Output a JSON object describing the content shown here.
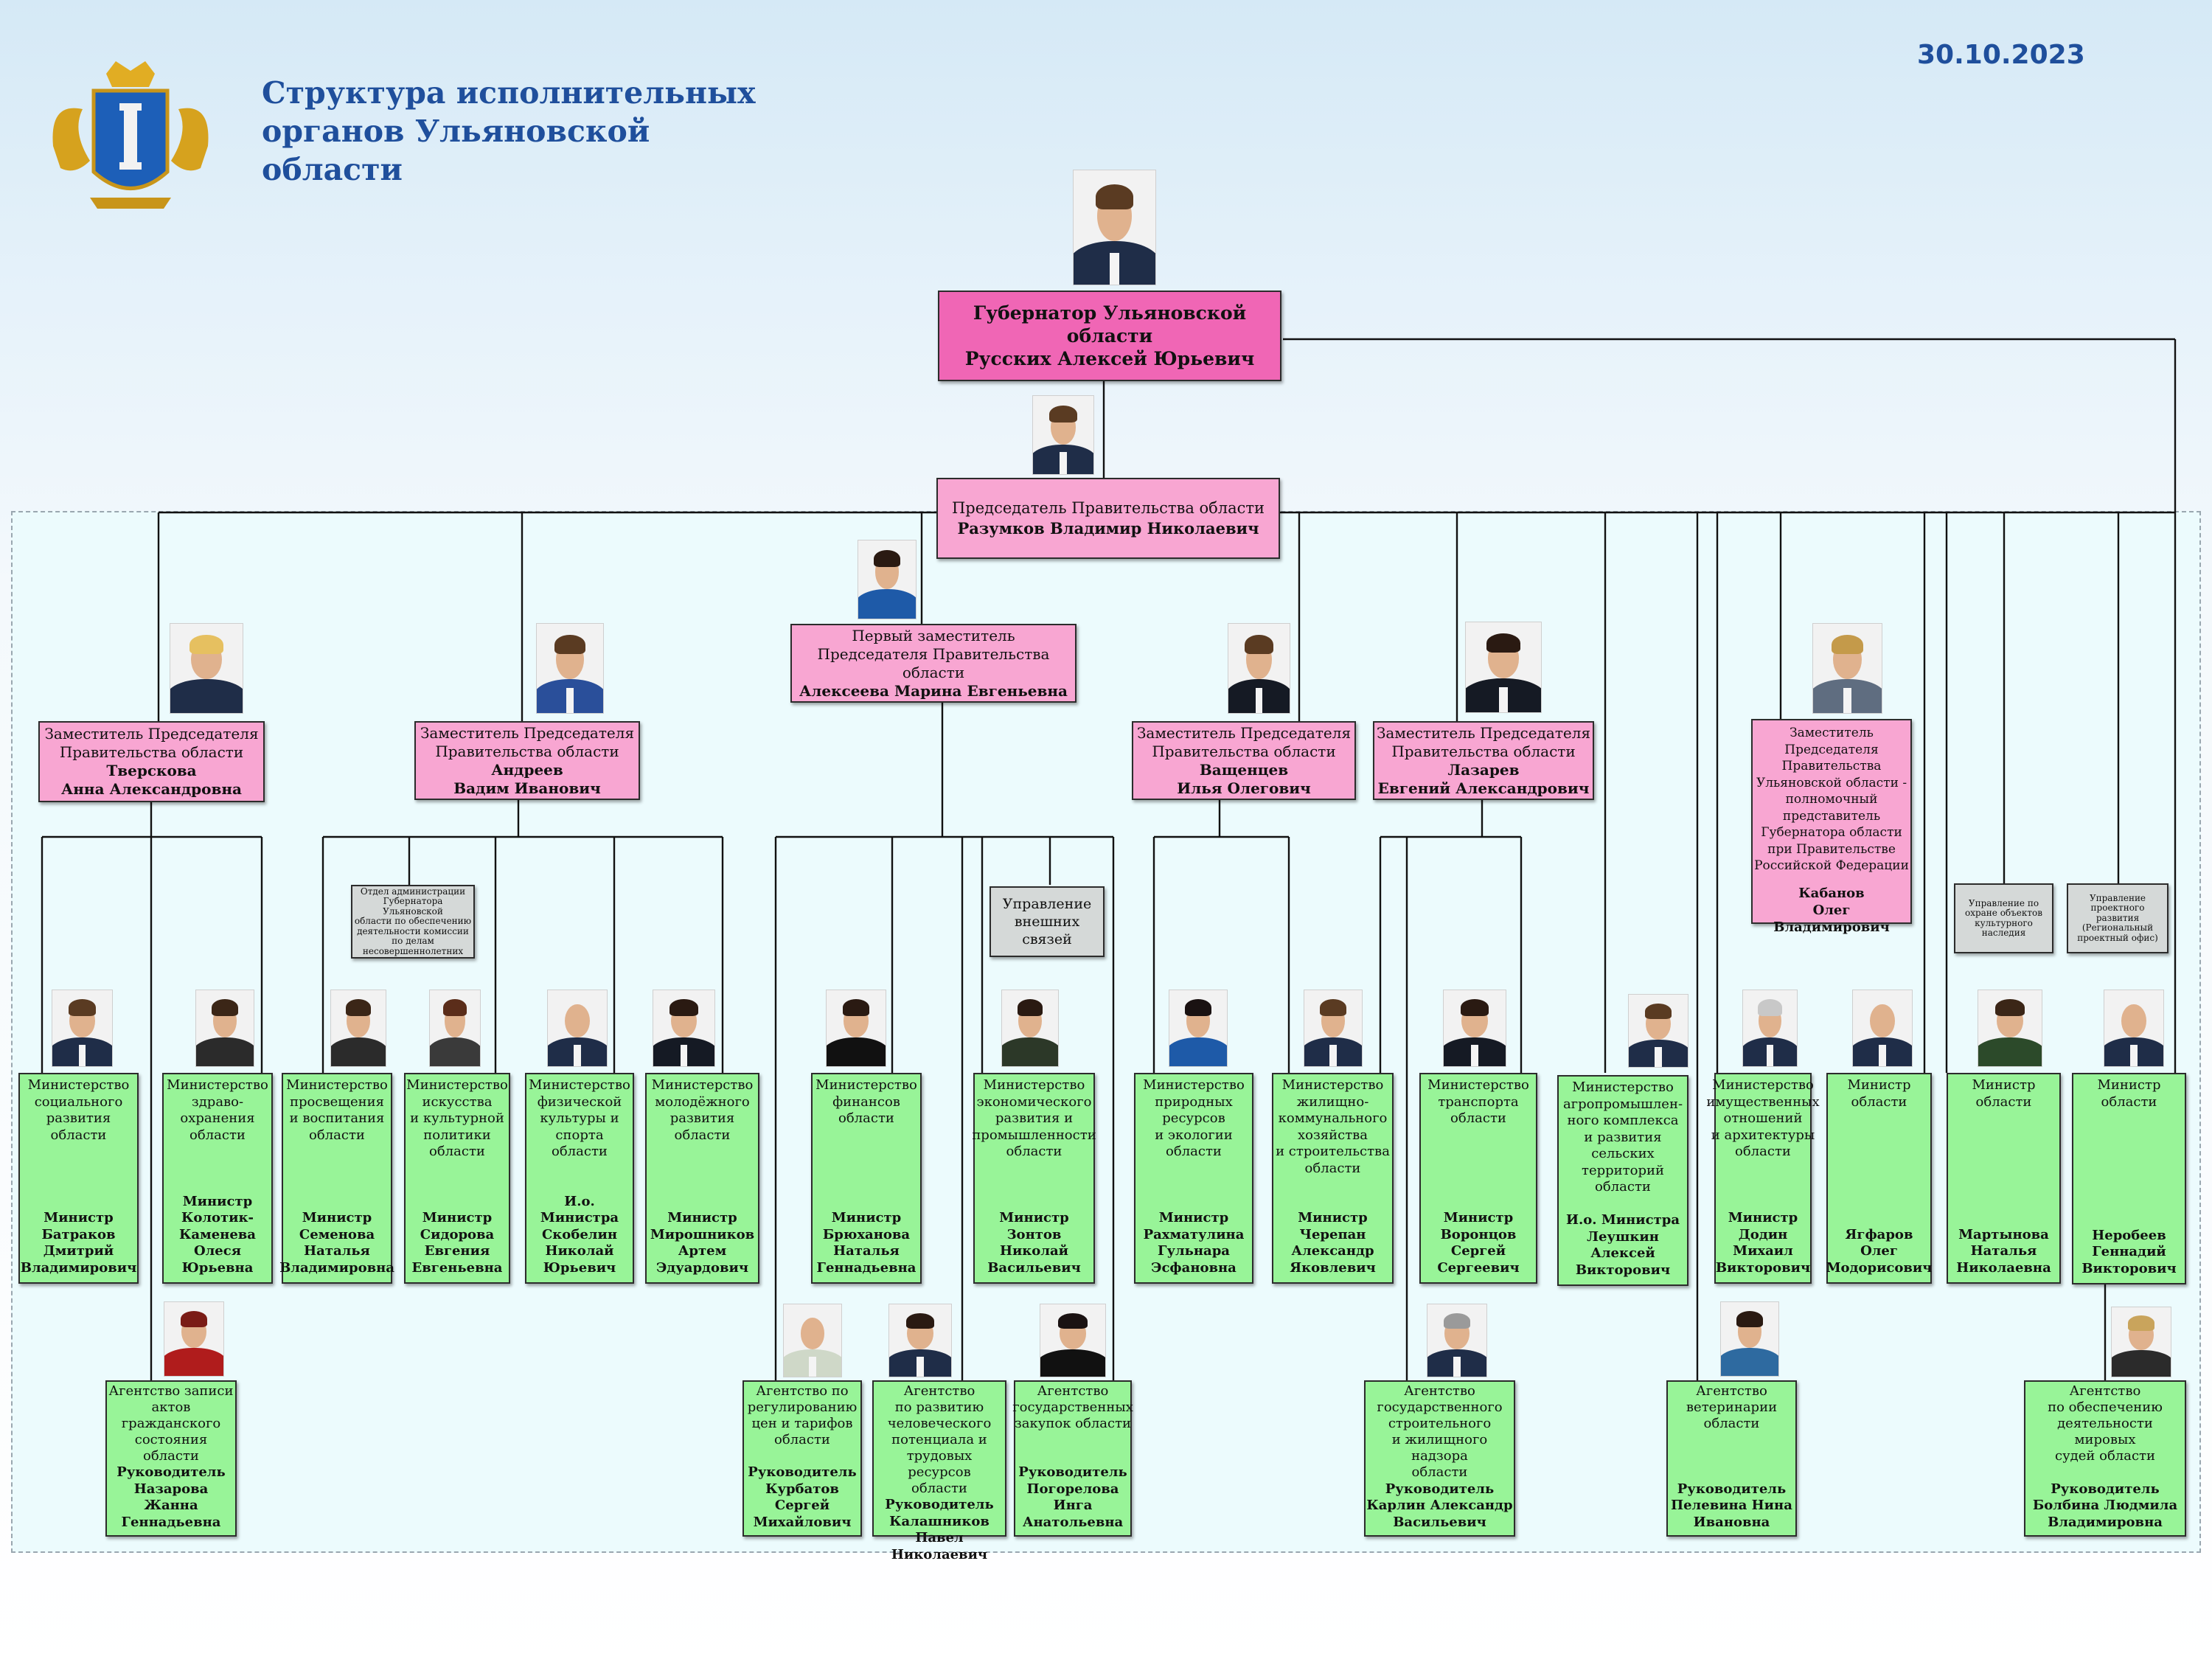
{
  "header": {
    "title": "Структура исполнительных\nорганов Ульяновской области",
    "date": "30.10.2023"
  },
  "colors": {
    "governor": "#f066b5",
    "deputy": "#f8a6d2",
    "ministry": "#98f498",
    "department": "#d5d9d8",
    "title": "#1f4f9c",
    "frame": "#ecfbfd"
  },
  "governor": {
    "title": "Губернатор Ульяновской области",
    "name": "Русских Алексей Юрьевич"
  },
  "chairman": {
    "title": "Председатель Правительства области",
    "name": "Разумков Владимир Николаевич"
  },
  "first_deputy": {
    "title": "Первый заместитель\nПредседателя Правительства области",
    "name": "Алексеева Марина Евгеньевна"
  },
  "deputies": [
    {
      "title": "Заместитель Председателя\nПравительства области",
      "name": "Тверскова\nАнна Александровна"
    },
    {
      "title": "Заместитель Председателя\nПравительства области",
      "name": "Андреев\nВадим Иванович"
    },
    {
      "title": "Заместитель Председателя\nПравительства области",
      "name": "Ващенцев\nИлья Олегович"
    },
    {
      "title": "Заместитель Председателя\nПравительства области",
      "name": "Лазарев\nЕвгений Александрович"
    }
  ],
  "plenipotentiary": {
    "title": "Заместитель\nПредседателя\nПравительства\nУльяновской области -\nполномочный\nпредставитель\nГубернатора области\nпри Правительстве\nРоссийской Федерации",
    "name": "Кабанов\nОлег Владимирович"
  },
  "departments": {
    "minors": "Отдел администрации\nГубернатора Ульяновской\nобласти по обеспечению\nдеятельности комиссии\nпо делам\nнесовершеннолетних",
    "external": "Управление\nвнешних связей",
    "heritage": "Управление по\nохране объектов\nкультурного\nнаследия",
    "project": "Управление\nпроектного\nразвития\n(Региональный\nпроектный офис)"
  },
  "ministries": [
    {
      "title": "Министерство\nсоциального\nразвития\nобласти",
      "name": "Министр\nБатраков\nДмитрий\nВладимирович"
    },
    {
      "title": "Министерство\nздраво-\nохранения\nобласти",
      "name": "Министр\nКолотик-\nКаменева\nОлеся\nЮрьевна"
    },
    {
      "title": "Министерство\nпросвещения\nи воспитания\nобласти",
      "name": "Министр\nСеменова\nНаталья\nВладимировна"
    },
    {
      "title": "Министерство\nискусства\nи культурной\nполитики\nобласти",
      "name": "Министр\nСидорова\nЕвгения\nЕвгеньевна"
    },
    {
      "title": "Министерство\nфизической\nкультуры и\nспорта области",
      "name": "И.о. Министра\nСкобелин\nНиколай\nЮрьевич"
    },
    {
      "title": "Министерство\nмолодёжного\nразвития\nобласти",
      "name": "Министр\nМирошников\nАртем\nЭдуардович"
    },
    {
      "title": "Министерство\nфинансов\nобласти",
      "name": "Министр\nБрюханова\nНаталья\nГеннадьевна"
    },
    {
      "title": "Министерство\nэкономического\nразвития и\nпромышленности\nобласти",
      "name": "Министр\nЗонтов\nНиколай\nВасильевич"
    },
    {
      "title": "Министерство\nприродных\nресурсов\nи экологии\nобласти",
      "name": "Министр\nРахматулина\nГульнара\nЭсфановна"
    },
    {
      "title": "Министерство\nжилищно-\nкоммунального\nхозяйства\nи строительства\nобласти",
      "name": "Министр\nЧерепан\nАлександр\nЯковлевич"
    },
    {
      "title": "Министерство\nтранспорта\nобласти",
      "name": "Министр\nВоронцов\nСергей\nСергеевич"
    },
    {
      "title": "Министерство\nагропромышлен-\nного комплекса\nи развития\nсельских\nтерриторий\nобласти",
      "name": "И.о. Министра\nЛеушкин\nАлексей\nВикторович"
    },
    {
      "title": "Министерство\nимущественных\nотношений\nи архитектуры\nобласти",
      "name": "Министр\nДодин\nМихаил\nВикторович"
    },
    {
      "title": "Министр\nобласти",
      "name": "Ягфаров\nОлег\nМодорисович"
    },
    {
      "title": "Министр\nобласти",
      "name": "Мартынова\nНаталья\nНиколаевна"
    },
    {
      "title": "Министр\nобласти",
      "name": "Неробеев\nГеннадий\nВикторович"
    }
  ],
  "agencies": [
    {
      "title": "Агентство записи\nактов гражданского\nсостояния области",
      "name": "Руководитель\nНазарова\nЖанна\nГеннадьевна"
    },
    {
      "title": "Агентство по\nрегулированию\nцен и тарифов\nобласти",
      "name": "Руководитель\nКурбатов\nСергей\nМихайлович"
    },
    {
      "title": "Агентство\nпо развитию\nчеловеческого\nпотенциала и\nтрудовых ресурсов\nобласти",
      "name": "Руководитель\nКалашников\nПавел Николаевич"
    },
    {
      "title": "Агентство\nгосударственных\nзакупок области",
      "name": "Руководитель\nПогорелова\nИнга\nАнатольевна"
    },
    {
      "title": "Агентство\nгосударственного\nстроительного\nи жилищного надзора\nобласти",
      "name": "Руководитель\nКарлин Александр\nВасильевич"
    },
    {
      "title": "Агентство\nветеринарии\nобласти",
      "name": "Руководитель\nПелевина Нина\nИвановна"
    },
    {
      "title": "Агентство\nпо обеспечению\nдеятельности мировых\nсудей области",
      "name": "Руководитель\nБолбина Людмила\nВладимировна"
    }
  ]
}
